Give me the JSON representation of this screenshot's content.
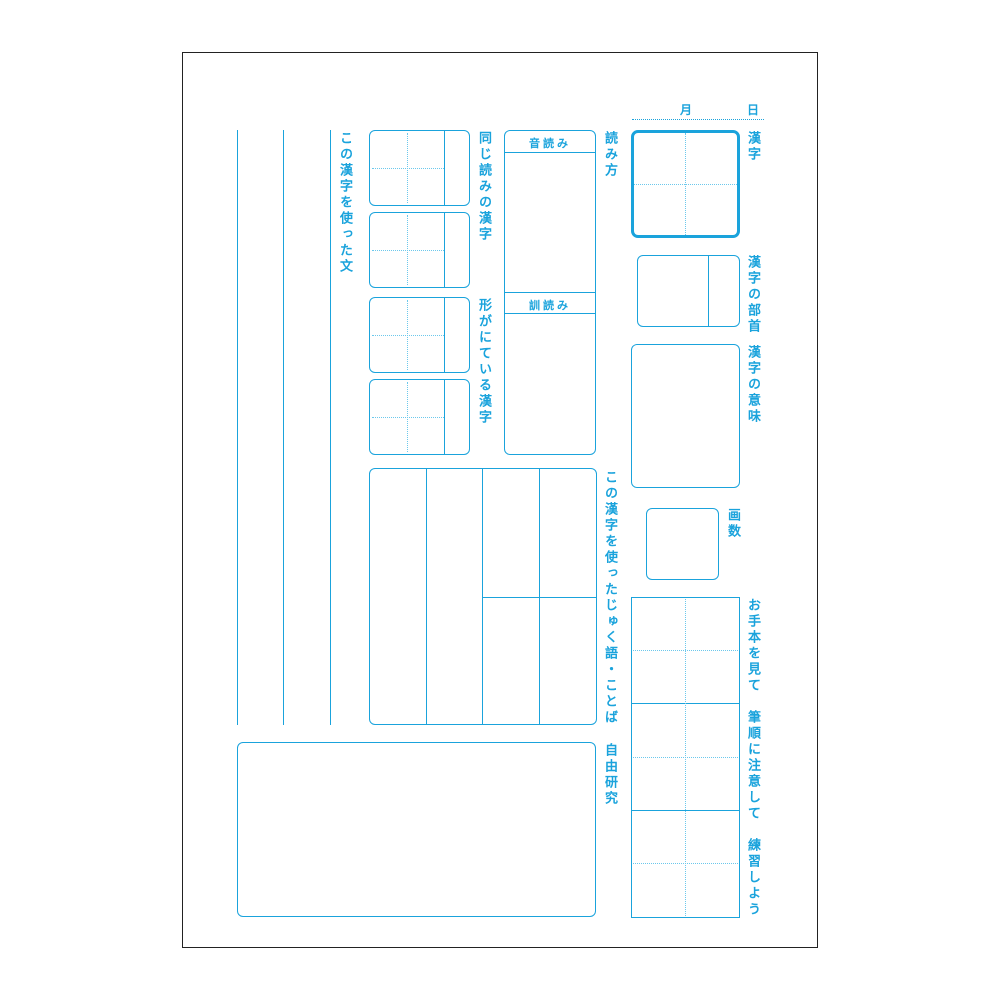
{
  "date": {
    "month_label": "月",
    "day_label": "日"
  },
  "labels": {
    "kanji": "漢字",
    "radical": "漢字の部首",
    "meaning": "漢字の意味",
    "strokes": "画数",
    "practice": "お手本を見て　筆順に注意して　練習しよう",
    "reading": "読み方",
    "on_reading": "音読み",
    "kun_reading": "訓読み",
    "same_reading": "同じ読みの漢字",
    "similar_shape": "形がにている漢字",
    "compounds": "この漢字を使ったじゅく語・ことば",
    "sentence": "この漢字を使った文",
    "free_study": "自由研究"
  },
  "colors": {
    "accent": "#1aa3dc"
  }
}
